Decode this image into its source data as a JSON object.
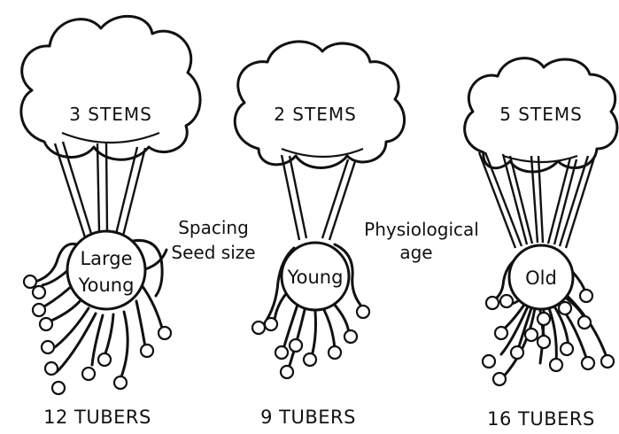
{
  "plants": [
    {
      "stems_label": "3 STEMS",
      "seed_label_lines": [
        "Large",
        "Young"
      ],
      "tubers_label": "12 TUBERS",
      "stem_count": 3,
      "tuber_count": 12
    },
    {
      "stems_label": "2 STEMS",
      "seed_label_lines": [
        "Young"
      ],
      "tubers_label": "9 TUBERS",
      "stem_count": 2,
      "tuber_count": 9
    },
    {
      "stems_label": "5 STEMS",
      "seed_label_lines": [
        "Old"
      ],
      "tubers_label": "16 TUBERS",
      "stem_count": 5,
      "tuber_count": 16
    }
  ],
  "factors": {
    "left_lines": [
      "Spacing",
      "Seed size"
    ],
    "right_lines": [
      "Physiological",
      "age"
    ]
  }
}
